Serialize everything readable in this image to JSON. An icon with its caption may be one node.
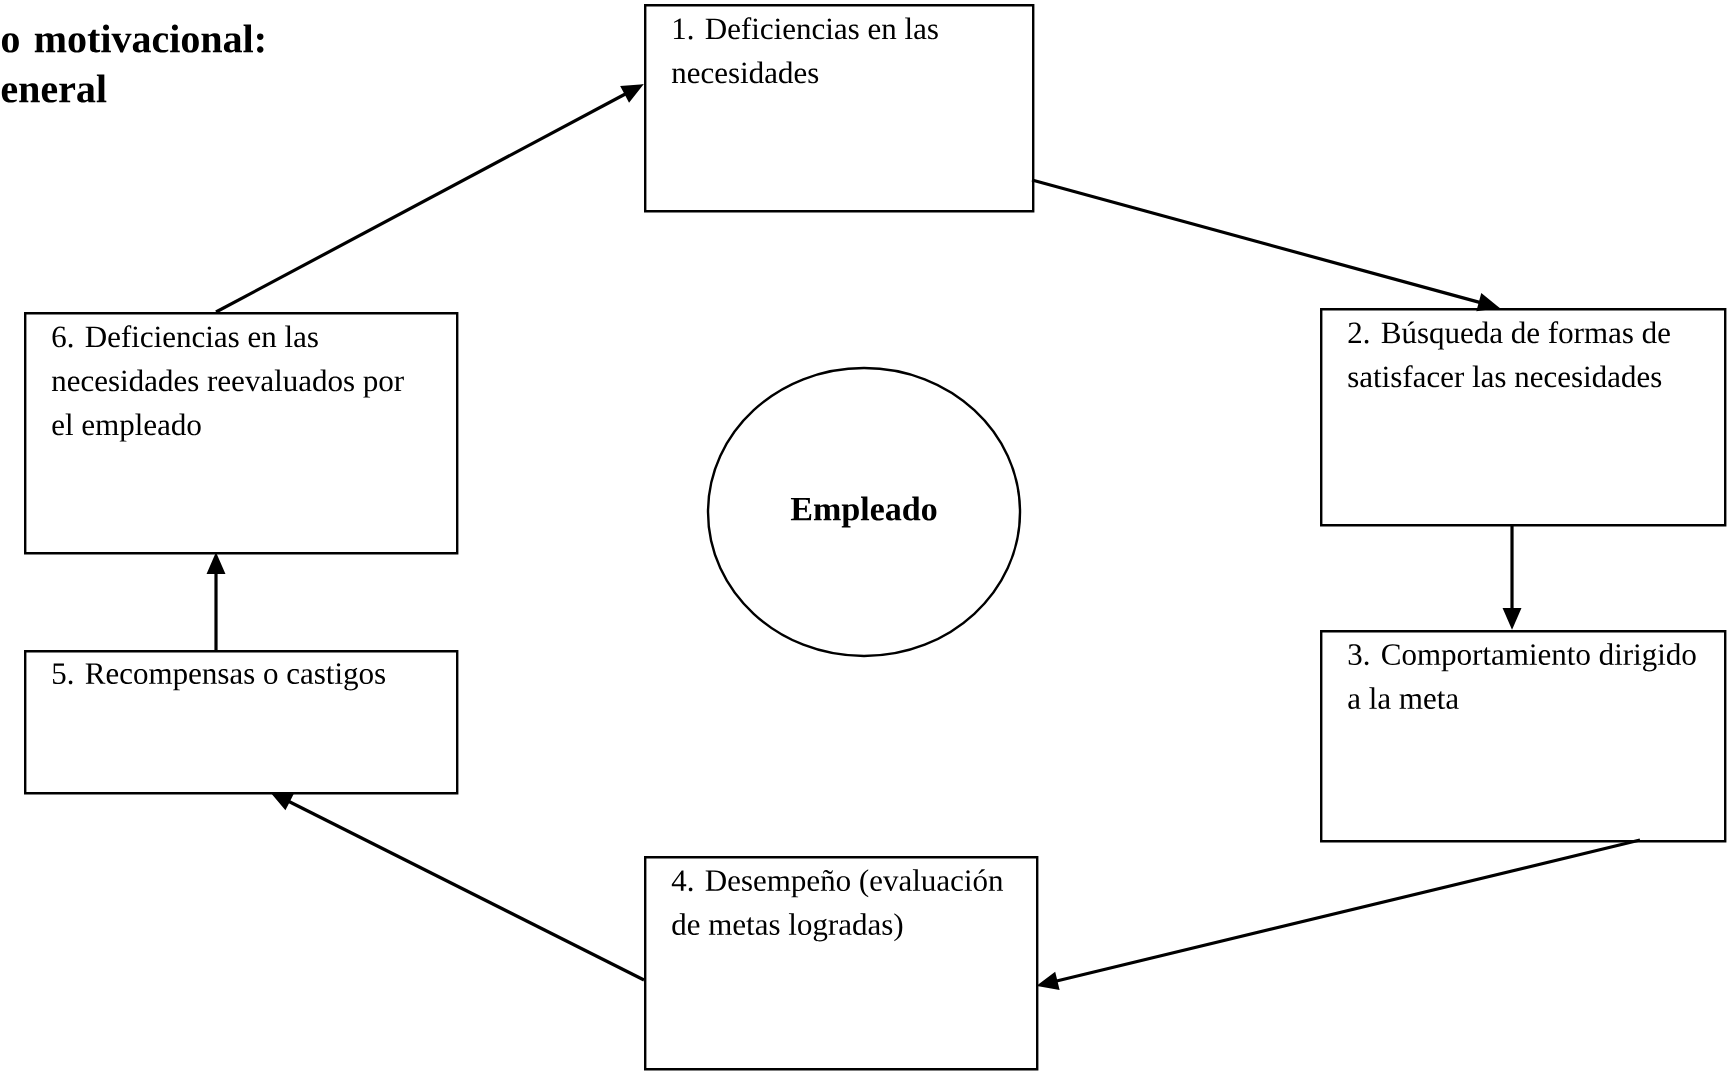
{
  "diagram": {
    "title": "o motivacional: eneral",
    "nodes": [
      {
        "text": [
          "1. Deficiencias en las necesidades"
        ]
      },
      {
        "text": [
          "2. Búsqueda de formas de satisfacer las necesidades"
        ]
      },
      {
        "text": [
          "3. Comportamiento dirigido a la meta"
        ]
      },
      {
        "text": [
          "4. Desempeño (evaluación de metas logradas)"
        ]
      },
      {
        "text": [
          "5. Recompensas o castigos"
        ]
      },
      {
        "text": [
          "6. Deficiencias en las necesidades reevaluados por el empleado"
        ]
      },
      {
        "text": [
          "Empleado"
        ]
      }
    ],
    "edges": [
      {
        "from": 0,
        "to": 1,
        "arrow": "to"
      },
      {
        "from": 1,
        "to": 2,
        "arrow": "to"
      },
      {
        "from": 2,
        "to": 3,
        "arrow": "to"
      },
      {
        "from": 3,
        "to": 4,
        "arrow": "to"
      },
      {
        "from": 4,
        "to": 5,
        "arrow": "to"
      },
      {
        "from": 5,
        "to": 0,
        "arrow": "to"
      }
    ]
  }
}
